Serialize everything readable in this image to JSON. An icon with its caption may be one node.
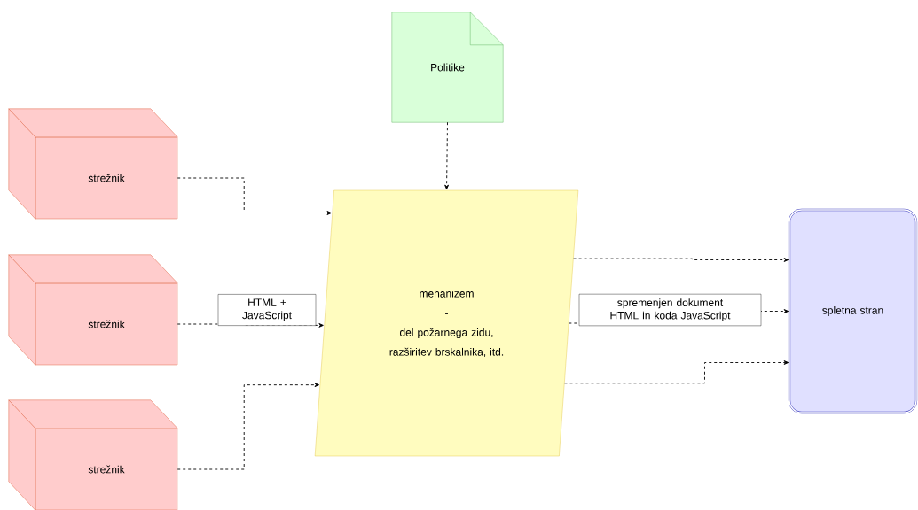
{
  "diagram": {
    "nodes": [
      {
        "text": [
          "strežnik"
        ]
      },
      {
        "text": [
          "strežnik"
        ]
      },
      {
        "text": [
          "strežnik"
        ]
      },
      {
        "text": [
          "Politike"
        ]
      },
      {
        "text": [
          "mehanizem",
          "-",
          "del požarnega zidu, razširitev brskalnika, itd."
        ]
      },
      {
        "text": [
          "spletna stran"
        ]
      }
    ],
    "edges": [
      {
        "from": 0,
        "to": 4,
        "arrow": "to",
        "style": "dashed"
      },
      {
        "from": 1,
        "to": 4,
        "arrow": "to",
        "style": "dashed",
        "label": "HTML + JavaScript"
      },
      {
        "from": 2,
        "to": 4,
        "arrow": "to",
        "style": "dashed"
      },
      {
        "from": 3,
        "to": 4,
        "arrow": "to",
        "style": "dashed"
      },
      {
        "from": 4,
        "to": 5,
        "arrow": "to",
        "style": "dashed"
      },
      {
        "from": 4,
        "to": 5,
        "arrow": "to",
        "style": "dashed",
        "label": "spremenjen dokument HTML in koda JavaScript"
      },
      {
        "from": 4,
        "to": 5,
        "arrow": "to",
        "style": "dashed"
      }
    ]
  }
}
